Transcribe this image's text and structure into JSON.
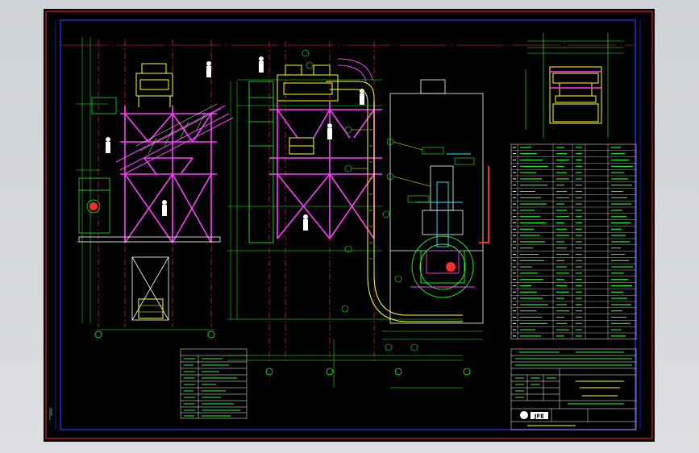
{
  "drawing": {
    "company_logo": "JFE",
    "sheet_colors": {
      "background": "#000000",
      "frame_outer": "#ff2a2a",
      "frame_inner": "#2f3dff",
      "structure_magenta": "#ff3cff",
      "structure_green": "#22ff22",
      "equipment_yellow": "#ffff33",
      "cyan": "#38e8ff",
      "white": "#ffffff",
      "grid_red": "#ff3030"
    },
    "views": [
      "left-elevation",
      "center-elevation",
      "bucket-elevator-section",
      "detail-view",
      "parts-list",
      "spec-table",
      "title-block"
    ]
  }
}
